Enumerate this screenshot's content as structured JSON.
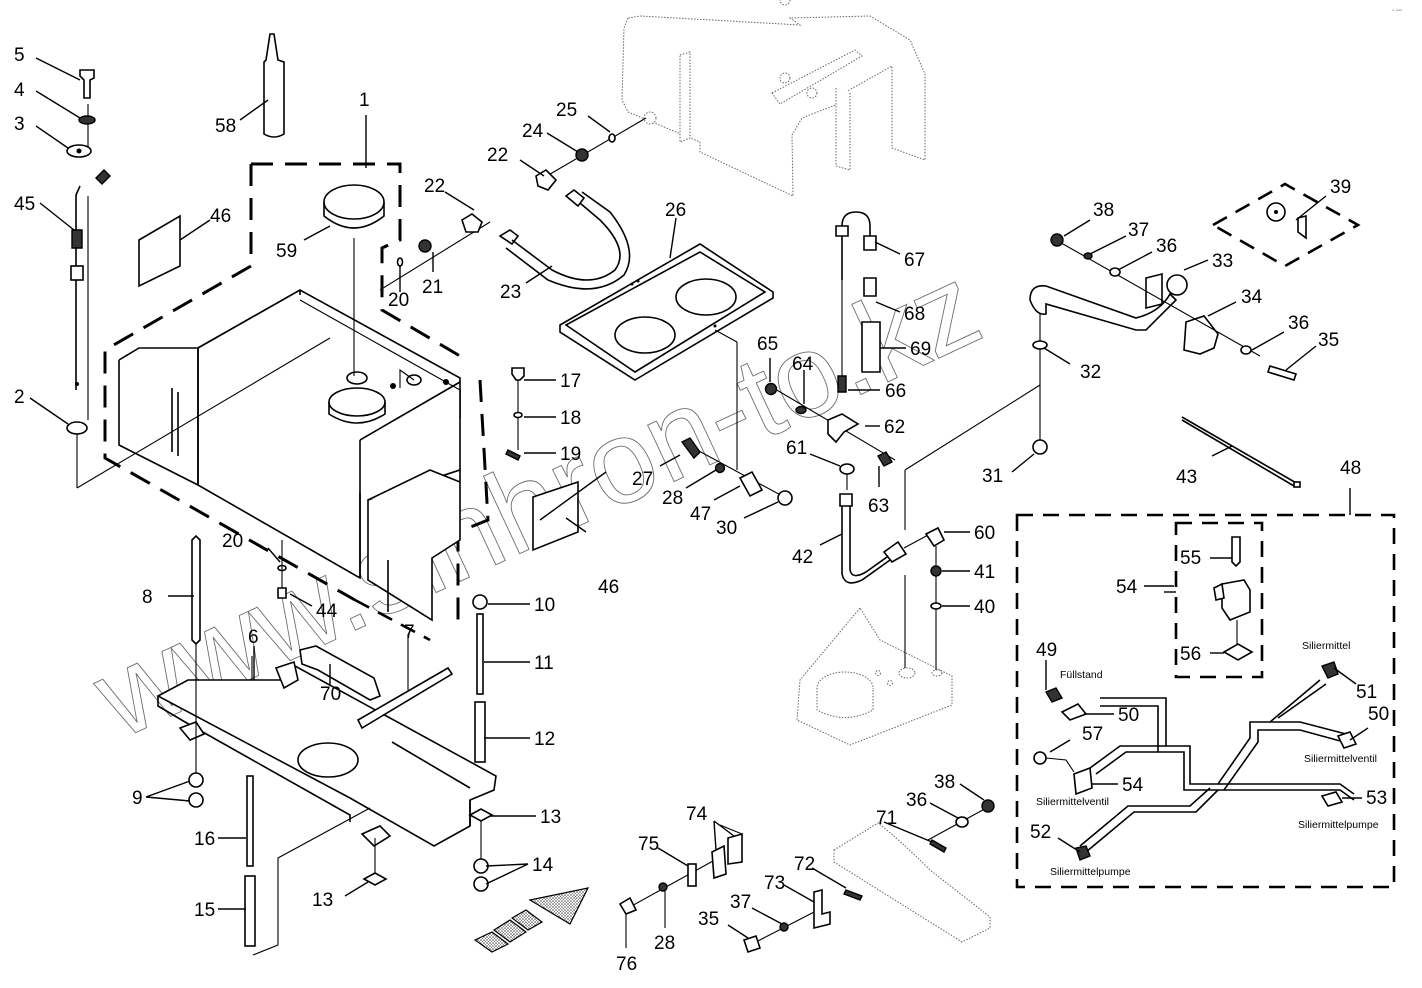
{
  "diagram": {
    "type": "exploded parts diagram",
    "subject": "Silage additive tank assembly",
    "watermark": "www.sinhron-to.kz",
    "corner_mark": "▪ ▪▪▪",
    "callouts": {
      "c1": "1",
      "c2": "2",
      "c3": "3",
      "c4": "4",
      "c5": "5",
      "c6": "6",
      "c7": "7",
      "c8": "8",
      "c9": "9",
      "c10": "10",
      "c11": "11",
      "c12": "12",
      "c13a": "13",
      "c13b": "13",
      "c14": "14",
      "c15": "15",
      "c16": "16",
      "c17": "17",
      "c18": "18",
      "c19": "19",
      "c20a": "20",
      "c20b": "20",
      "c21": "21",
      "c22a": "22",
      "c22b": "22",
      "c23": "23",
      "c24": "24",
      "c25": "25",
      "c26": "26",
      "c27": "27",
      "c28a": "28",
      "c28b": "28",
      "c30": "30",
      "c31": "31",
      "c32": "32",
      "c33": "33",
      "c34": "34",
      "c35a": "35",
      "c35b": "35",
      "c36a": "36",
      "c36b": "36",
      "c36c": "36",
      "c37a": "37",
      "c37b": "37",
      "c38a": "38",
      "c38b": "38",
      "c39": "39",
      "c40": "40",
      "c41": "41",
      "c42": "42",
      "c43": "43",
      "c44": "44",
      "c45": "45",
      "c46a": "46",
      "c46b": "46",
      "c47": "47",
      "c48": "48",
      "c49": "49",
      "c50a": "50",
      "c50b": "50",
      "c51": "51",
      "c52": "52",
      "c53": "53",
      "c54a": "54",
      "c54b": "54",
      "c55": "55",
      "c56": "56",
      "c57": "57",
      "c58": "58",
      "c59": "59",
      "c60": "60",
      "c61": "61",
      "c62": "62",
      "c63": "63",
      "c64": "64",
      "c65": "65",
      "c66": "66",
      "c67": "67",
      "c68": "68",
      "c69": "69",
      "c70": "70",
      "c71": "71",
      "c72": "72",
      "c73": "73",
      "c74": "74",
      "c75": "75",
      "c76": "76"
    },
    "harness_labels": {
      "fuellstand": "Füllstand",
      "siliermittel": "Siliermittel",
      "siliermittelventil_right": "Siliermittelventil",
      "siliermittelventil_left": "Siliermittelventil",
      "siliermittelpumpe_right": "Siliermittelpumpe",
      "siliermittelpumpe_left": "Siliermittelpumpe"
    }
  }
}
